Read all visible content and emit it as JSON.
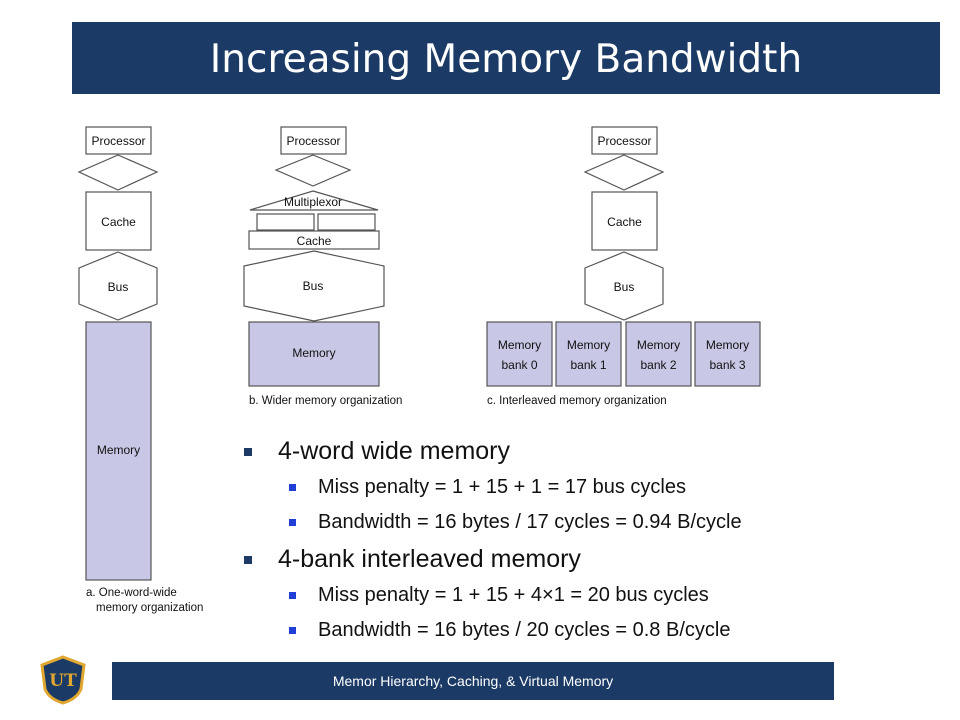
{
  "slide": {
    "title": "Increasing Memory Bandwidth"
  },
  "diagram_a": {
    "processor": "Processor",
    "cache": "Cache",
    "bus": "Bus",
    "memory": "Memory",
    "caption_line1": "a. One-word-wide",
    "caption_line2": "memory organization"
  },
  "diagram_b": {
    "processor": "Processor",
    "multiplexor": "Multiplexor",
    "cache": "Cache",
    "bus": "Bus",
    "memory": "Memory",
    "caption": "b. Wider memory organization"
  },
  "diagram_c": {
    "processor": "Processor",
    "cache": "Cache",
    "bus": "Bus",
    "banks": [
      {
        "line1": "Memory",
        "line2": "bank 0"
      },
      {
        "line1": "Memory",
        "line2": "bank 1"
      },
      {
        "line1": "Memory",
        "line2": "bank 2"
      },
      {
        "line1": "Memory",
        "line2": "bank 3"
      }
    ],
    "caption": "c. Interleaved memory organization"
  },
  "bullets": [
    {
      "text": "4-word wide memory",
      "sub": [
        "Miss penalty = 1 + 15 + 1 = 17 bus cycles",
        "Bandwidth = 16 bytes / 17 cycles = 0.94 B/cycle"
      ]
    },
    {
      "text": "4-bank interleaved memory",
      "sub": [
        "Miss penalty = 1 + 15 + 4×1 = 20 bus cycles",
        "Bandwidth = 16 bytes / 20 cycles = 0.8 B/cycle"
      ]
    }
  ],
  "footer": {
    "text": "Memor Hierarchy, Caching, & Virtual Memory"
  },
  "logo": {
    "text": "UT",
    "icon": "university-shield-logo"
  },
  "colors": {
    "title_bar": "#1b3a65",
    "memory_fill": "#c8c8e6",
    "sub_bullet": "#1f3fd6"
  }
}
